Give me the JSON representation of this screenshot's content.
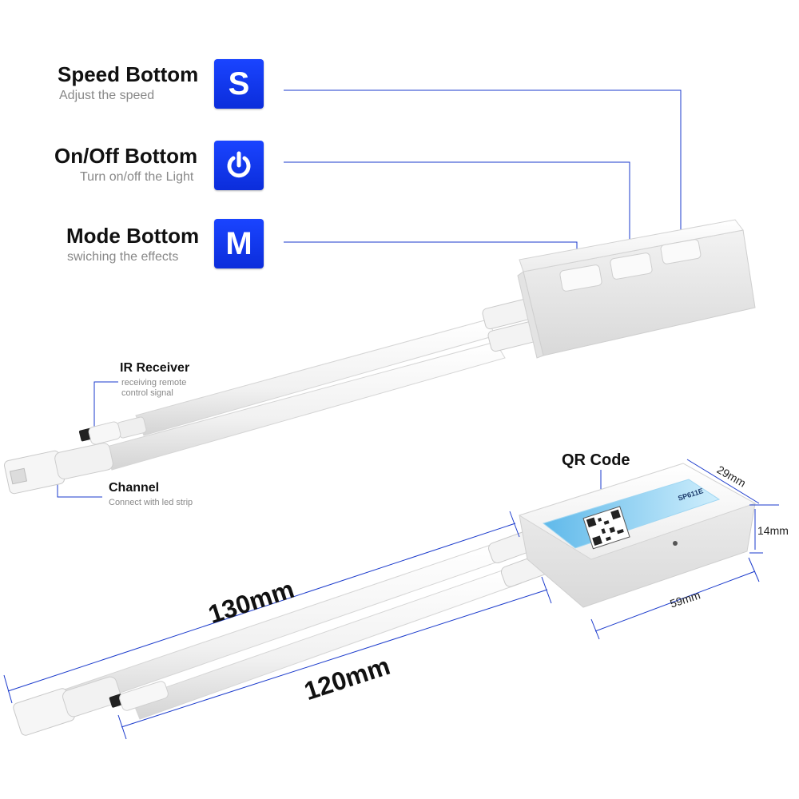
{
  "buttons": [
    {
      "title": "Speed Bottom",
      "subtitle": "Adjust the speed",
      "glyph": "S"
    },
    {
      "title": "On/Off Bottom",
      "subtitle": "Turn on/off the Light",
      "glyph": "power-icon"
    },
    {
      "title": "Mode Bottom",
      "subtitle": "swiching the effects",
      "glyph": "M"
    }
  ],
  "ir": {
    "title": "IR Receiver",
    "subtitle_line1": "receiving remote",
    "subtitle_line2": "control signal"
  },
  "channel": {
    "title": "Channel",
    "subtitle": "Connect with led strip"
  },
  "qr": {
    "title": "QR Code",
    "label_text": "SP611E"
  },
  "dimensions": {
    "cable_long": "130mm",
    "cable_short": "120mm",
    "width": "29mm",
    "height": "14mm",
    "length": "59mm"
  },
  "colors": {
    "button_blue": "#0b2ddb",
    "line_blue": "#1a3acc",
    "device_white": "#f4f4f4"
  }
}
